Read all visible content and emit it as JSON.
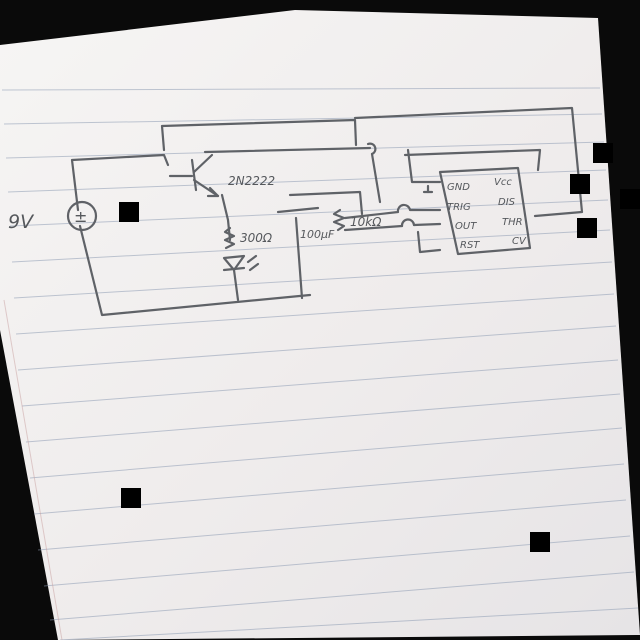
{
  "schematic": {
    "battery_label": "9V",
    "battery_symbol": "±",
    "transistor_label": "2N2222",
    "resistor1_label": "300Ω",
    "capacitor_label": "100μF",
    "resistor2_label": "10kΩ",
    "chip_pins_left": [
      "GND",
      "TRIG",
      "OUT",
      "RST"
    ],
    "chip_pins_right": [
      "Vcc",
      "DIS",
      "THR",
      "CV"
    ]
  },
  "colors": {
    "ink": "#5f6267",
    "paper": "#f1efee",
    "background": "#0a0a0a",
    "redaction": "#000000"
  }
}
